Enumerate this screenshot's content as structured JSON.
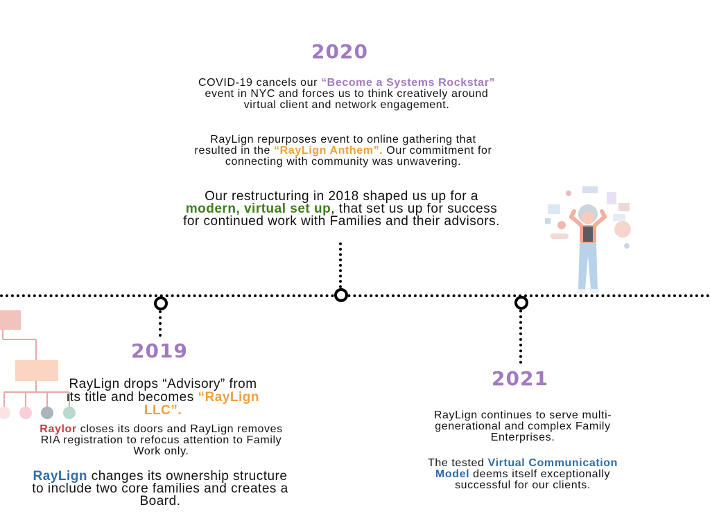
{
  "y2020": {
    "year": "2020",
    "p1": {
      "a": "COVID-19 cancels our ",
      "b": "“Become a Systems Rockstar”",
      "c": " event in NYC and forces us to think creatively around virtual client and network engagement."
    },
    "p2": {
      "a": "RayLign repurposes event to online gathering that resulted in the ",
      "b": "“RayLign Anthem”.",
      "c": " Our commitment for connecting with community was unwavering."
    },
    "p3": {
      "a": "Our restructuring in 2018 shaped us up for a ",
      "b": "modern, virtual set up",
      "c": ", that set us up for success for continued work with Families and their advisors."
    }
  },
  "y2019": {
    "year": "2019",
    "p1": {
      "a": "RayLign drops “Advisory” from its title and becomes ",
      "b": "“RayLign LLC”."
    },
    "p2": {
      "a": "Raylor",
      "b": " closes its doors and RayLign removes RIA registration to refocus attention to Family Work only."
    },
    "p3": {
      "a": "RayLign",
      "b": " changes its ownership structure to include two core families and creates a Board."
    }
  },
  "y2021": {
    "year": "2021",
    "p1": {
      "a": "RayLign continues to serve multi-generational and complex Family Enterprises."
    },
    "p2": {
      "a": "The tested ",
      "b": "Virtual Communication Model",
      "c": " deems itself exceptionally successful for our clients."
    }
  },
  "colors": {
    "year": "#a07ac0",
    "orange": "#f0a03a",
    "green": "#3e7d1b",
    "red": "#c93c3c",
    "blue": "#2f6ea8"
  },
  "illustrations": {
    "left": "org-chart-illustration",
    "right": "stressed-person-illustration"
  }
}
